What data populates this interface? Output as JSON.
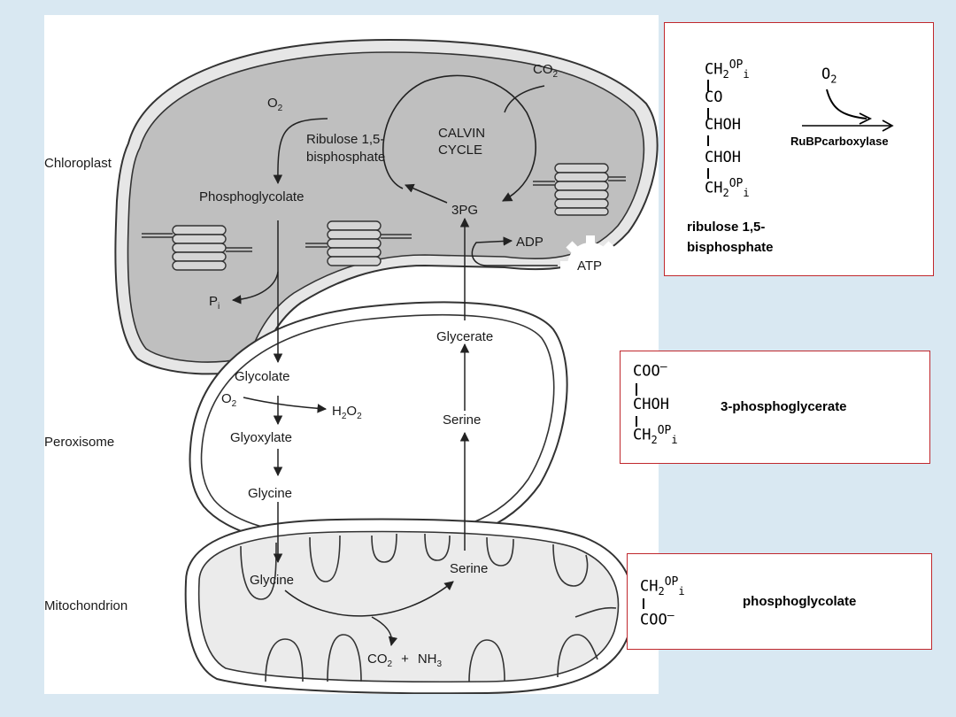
{
  "diagram": {
    "compartments": {
      "chloroplast": "Chloroplast",
      "peroxisome": "Peroxisome",
      "mitochondrion": "Mitochondrion"
    },
    "chloroplast": {
      "co2": "CO",
      "co2_sub": "2",
      "o2": "O",
      "o2_sub": "2",
      "calvin_line1": "CALVIN",
      "calvin_line2": "CYCLE",
      "rubp_line1": "Ribulose 1,5-",
      "rubp_line2": "bisphosphate",
      "phosphoglycolate": "Phosphoglycolate",
      "pg3": "3PG",
      "adp": "ADP",
      "atp": "ATP",
      "pi": "P",
      "pi_sub": "i"
    },
    "peroxisome": {
      "glycerate": "Glycerate",
      "glycolate": "Glycolate",
      "o2": "O",
      "o2_sub": "2",
      "h2o2_h": "H",
      "h2o2_sub1": "2",
      "h2o2_o": "O",
      "h2o2_sub2": "2",
      "glyoxylate": "Glyoxylate",
      "serine": "Serine",
      "glycine": "Glycine"
    },
    "mitochondrion": {
      "glycine": "Glycine",
      "serine": "Serine",
      "co2": "CO",
      "co2_sub": "2",
      "plus": "+",
      "nh3": "NH",
      "nh3_sub": "3"
    }
  },
  "boxes": {
    "rubp": {
      "row1": "CH",
      "row1_sub": "2",
      "row1_b": "OP",
      "row1_sub2": "i",
      "row2": "CO",
      "row3": "CHOH",
      "row4": "CHOH",
      "row5": "CH",
      "row5_sub": "2",
      "row5_b": "OP",
      "row5_sub2": "i",
      "o2": "O",
      "o2_sub": "2",
      "enzyme": "RuBPcarboxylase",
      "name_line1": "ribulose 1,5-",
      "name_line2": "bisphosphate"
    },
    "pga": {
      "row1": "COO",
      "row1_sup": "–",
      "row2": "CHOH",
      "row3": "CH",
      "row3_sub": "2",
      "row3_b": "OP",
      "row3_sub2": "i",
      "name": "3-phosphoglycerate"
    },
    "pgly": {
      "row1": "CH",
      "row1_sub": "2",
      "row1_b": "OP",
      "row1_sub2": "i",
      "row2": "COO",
      "row2_sup": "–",
      "name": "phosphoglycolate"
    }
  }
}
